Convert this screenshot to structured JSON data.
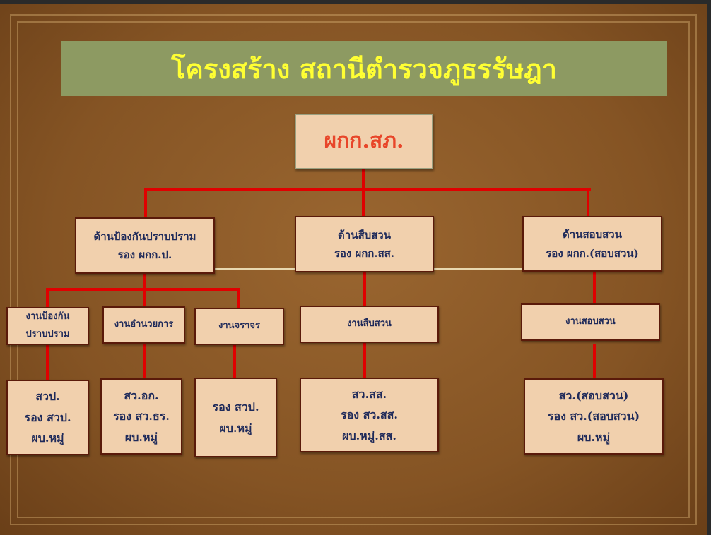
{
  "title": "โครงสร้าง สถานีตำรวจภูธรรัษฎา",
  "root": "ผกก.สภ.",
  "divisions": [
    {
      "lines": [
        "ด้านป้องกันปราบปราม",
        "รอง ผกก.ป."
      ]
    },
    {
      "lines": [
        "ด้านสืบสวน",
        "รอง ผกก.สส."
      ]
    },
    {
      "lines": [
        "ด้านสอบสวน",
        "รอง ผกก.(สอบสวน)"
      ]
    }
  ],
  "units": [
    {
      "lines": [
        "งานป้องกัน",
        "ปราบปราม"
      ]
    },
    {
      "lines": [
        "งานอำนวยการ"
      ]
    },
    {
      "lines": [
        "งานจราจร"
      ]
    },
    {
      "lines": [
        "งานสืบสวน"
      ]
    },
    {
      "lines": [
        "งานสอบสวน"
      ]
    }
  ],
  "staff": [
    {
      "lines": [
        "สวป.",
        "รอง สวป.",
        "ผบ.หมู่"
      ]
    },
    {
      "lines": [
        "สว.อก.",
        "รอง สว.ธร.",
        "ผบ.หมู่"
      ]
    },
    {
      "lines": [
        "รอง สวป.",
        "ผบ.หมู่"
      ]
    },
    {
      "lines": [
        "สว.สส.",
        "รอง สว.สส.",
        "ผบ.หมู่.สส."
      ]
    },
    {
      "lines": [
        "สว.(สอบสวน)",
        "รอง สว.(สอบสวน)",
        "ผบ.หมู่"
      ]
    }
  ],
  "colors": {
    "connector": "#e00000",
    "box": "#f1d0ad",
    "title_text": "#ffff33",
    "title_bg": "#8d9a62"
  }
}
